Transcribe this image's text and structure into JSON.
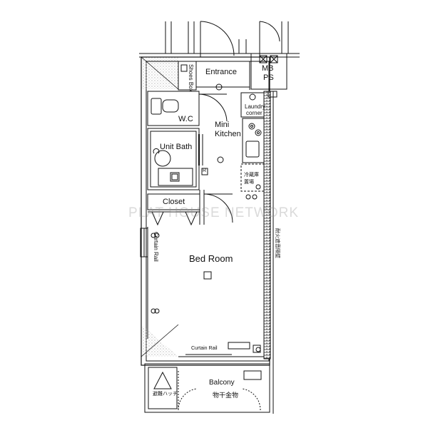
{
  "plan": {
    "rooms": {
      "entrance": "Entrance",
      "shoes_box": "Shoes Box",
      "mb_ps": [
        "MB",
        "PS"
      ],
      "laundry": [
        "Laundry",
        "corner"
      ],
      "wc": "W.C",
      "mini_kitchen": [
        "Mini",
        "Kitchen"
      ],
      "unit_bath": "Unit Bath",
      "closet": "Closet",
      "bed_room": "Bed Room",
      "balcony": "Balcony",
      "curtain_rail_side": "Curtain Rail",
      "curtain_rail_bottom": "Curtain Rail",
      "hatch": "避難ハッチ",
      "drying_hardware": "物干金物",
      "wall_note": "耐火遮音隔壁",
      "fridge_note": [
        "冷蔵庫",
        "置場"
      ],
      "r_mark": "R"
    },
    "watermark": "PLAT HOUSE NETWORK",
    "colors": {
      "line": "#111111",
      "hatch": "#888888",
      "bg": "#ffffff"
    }
  }
}
